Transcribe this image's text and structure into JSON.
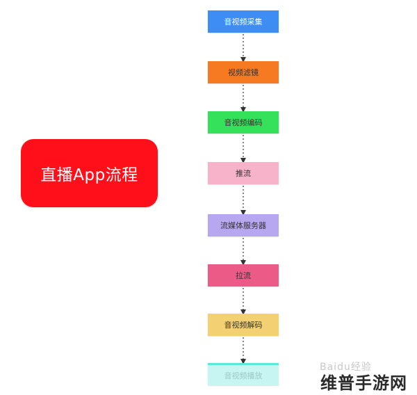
{
  "title_card": {
    "label": "直播App流程",
    "color": "#ff0f1a"
  },
  "steps": [
    {
      "label": "音视频采集",
      "color": "#3d8df5"
    },
    {
      "label": "视频滤镜",
      "color": "#f57a21"
    },
    {
      "label": "音视频编码",
      "color": "#35e05a"
    },
    {
      "label": "推流",
      "color": "#f7b3c9"
    },
    {
      "label": "流媒体服务器",
      "color": "#b7a6f0"
    },
    {
      "label": "拉流",
      "color": "#ec5a88"
    },
    {
      "label": "音视频解码",
      "color": "#f3d173"
    },
    {
      "label": "音视频播放",
      "color": "#c7f5f1"
    }
  ],
  "watermark": {
    "text": "维普手游网",
    "faint_text": "Baidu经验"
  }
}
